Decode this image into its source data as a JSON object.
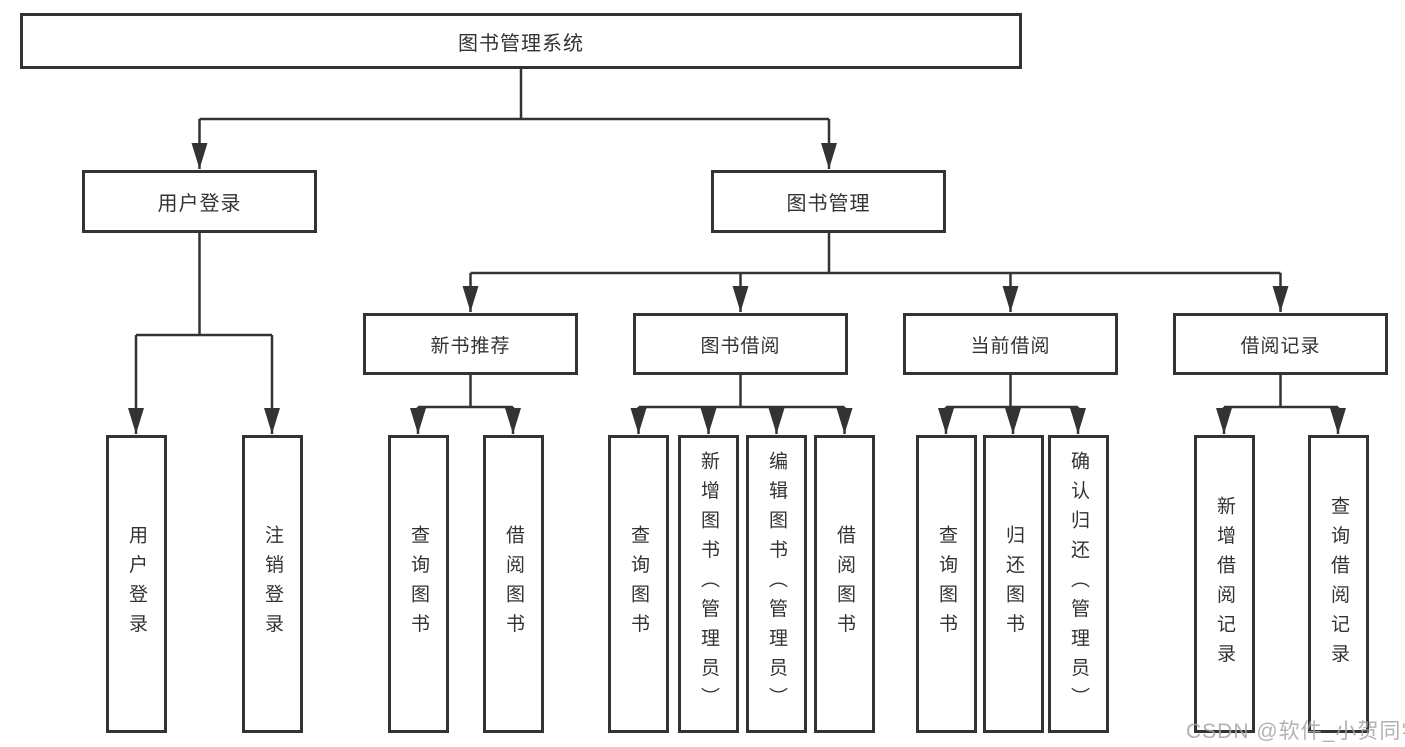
{
  "diagram": {
    "root": "图书管理系统",
    "branches": [
      {
        "label": "用户登录",
        "children": [
          "用户登录",
          "注销登录"
        ]
      },
      {
        "label": "图书管理",
        "sections": [
          {
            "label": "新书推荐",
            "children": [
              "查询图书",
              "借阅图书"
            ]
          },
          {
            "label": "图书借阅",
            "children": [
              "查询图书",
              "新增图书（管理员）",
              "编辑图书（管理员）",
              "借阅图书"
            ]
          },
          {
            "label": "当前借阅",
            "children": [
              "查询图书",
              "归还图书",
              "确认归还（管理员）"
            ]
          },
          {
            "label": "借阅记录",
            "children": [
              "新增借阅记录",
              "查询借阅记录"
            ]
          }
        ]
      }
    ]
  },
  "watermark": "CSDN @软件_小贺同学",
  "colors": {
    "line": "#333333",
    "text": "#333333",
    "background": "#ffffff",
    "watermark": "#a4a4a4"
  }
}
